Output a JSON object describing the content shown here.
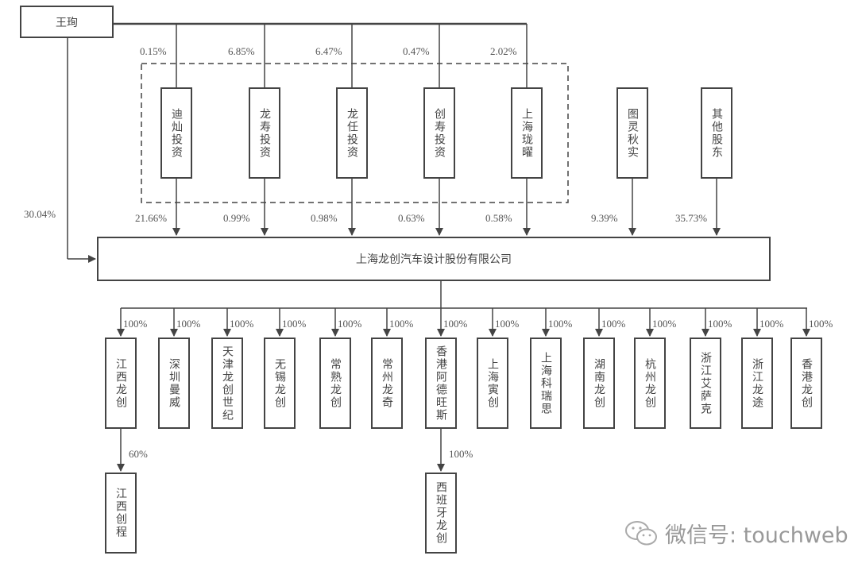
{
  "owner": {
    "label": "王珣",
    "direct_pct": "30.04%"
  },
  "holding_entities": [
    {
      "label": "迪灿投资",
      "owner_pct": "0.15%",
      "stake_pct": "21.66%",
      "in_dashed_group": true
    },
    {
      "label": "龙寿投资",
      "owner_pct": "6.85%",
      "stake_pct": "0.99%",
      "in_dashed_group": true
    },
    {
      "label": "龙任投资",
      "owner_pct": "6.47%",
      "stake_pct": "0.98%",
      "in_dashed_group": true
    },
    {
      "label": "创寿投资",
      "owner_pct": "0.47%",
      "stake_pct": "0.63%",
      "in_dashed_group": true
    },
    {
      "label": "上海珑曜",
      "owner_pct": "2.02%",
      "stake_pct": "0.58%",
      "in_dashed_group": true
    },
    {
      "label": "图灵秋实",
      "stake_pct": "9.39%",
      "in_dashed_group": false
    },
    {
      "label": "其他股东",
      "stake_pct": "35.73%",
      "in_dashed_group": false
    }
  ],
  "company": {
    "label": "上海龙创汽车设计股份有限公司"
  },
  "subsidiaries": [
    {
      "label": "江西龙创",
      "pct": "100%",
      "child": {
        "label": "江西创程",
        "pct": "60%"
      }
    },
    {
      "label": "深圳曼威",
      "pct": "100%"
    },
    {
      "label": "天津龙创世纪",
      "pct": "100%"
    },
    {
      "label": "无锡龙创",
      "pct": "100%"
    },
    {
      "label": "常熟龙创",
      "pct": "100%"
    },
    {
      "label": "常州龙奇",
      "pct": "100%"
    },
    {
      "label": "香港阿德旺斯",
      "pct": "100%",
      "child": {
        "label": "西班牙龙创",
        "pct": "100%"
      }
    },
    {
      "label": "上海寅创",
      "pct": "100%"
    },
    {
      "label": "上海科瑞思",
      "pct": "100%"
    },
    {
      "label": "湖南龙创",
      "pct": "100%"
    },
    {
      "label": "杭州龙创",
      "pct": "100%"
    },
    {
      "label": "浙江艾萨克",
      "pct": "100%"
    },
    {
      "label": "浙江龙途",
      "pct": "100%"
    },
    {
      "label": "香港龙创",
      "pct": "100%"
    }
  ],
  "watermark": {
    "text": "微信号: touchweb",
    "icon": "wechat-icon"
  },
  "colors": {
    "line": "#444444",
    "text": "#444444"
  }
}
